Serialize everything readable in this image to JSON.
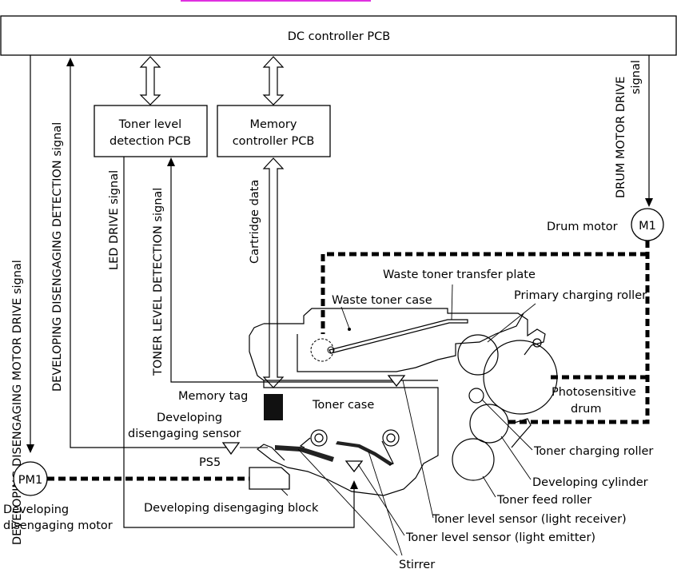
{
  "header_link": "",
  "controller": {
    "title": "DC controller PCB"
  },
  "pcbs": {
    "toner_level": [
      "Toner level",
      "detection PCB"
    ],
    "memory": [
      "Memory",
      "controller PCB"
    ]
  },
  "signals": {
    "dev_motor_drive": "DEVELOPING DISENGAGING MOTOR DRIVE signal",
    "dev_detection": "DEVELOPING DISENGAGING DETECTION signal",
    "led_drive": "LED DRIVE  signal",
    "toner_level_detection": "TONER LEVEL DETECTION signal",
    "cartridge_data": "Cartridge data",
    "drum_motor_drive": [
      "DRUM MOTOR DRIVE",
      "signal"
    ]
  },
  "motors": {
    "drum": {
      "symbol": "M1",
      "label": "Drum motor"
    },
    "developing": {
      "symbol": "PM1",
      "label": [
        "Developing",
        "disengaging motor"
      ]
    }
  },
  "parts": {
    "waste_toner_transfer_plate": "Waste toner transfer plate",
    "waste_toner_case": "Waste toner case",
    "primary_charging_roller": "Primary charging roller",
    "photosensitive_drum": [
      "Photosensitive",
      "drum"
    ],
    "memory_tag": "Memory tag",
    "toner_case": "Toner case",
    "dev_sensor": [
      "Developing",
      "disengaging sensor"
    ],
    "ps5": "PS5",
    "toner_charging_roller": "Toner charging roller",
    "developing_cylinder": "Developing cylinder",
    "toner_feed_roller": "Toner feed roller",
    "dev_block": "Developing disengaging block",
    "light_receiver": "Toner level sensor (light receiver)",
    "light_emitter": "Toner level sensor (light emitter)",
    "stirrer": "Stirrer"
  }
}
